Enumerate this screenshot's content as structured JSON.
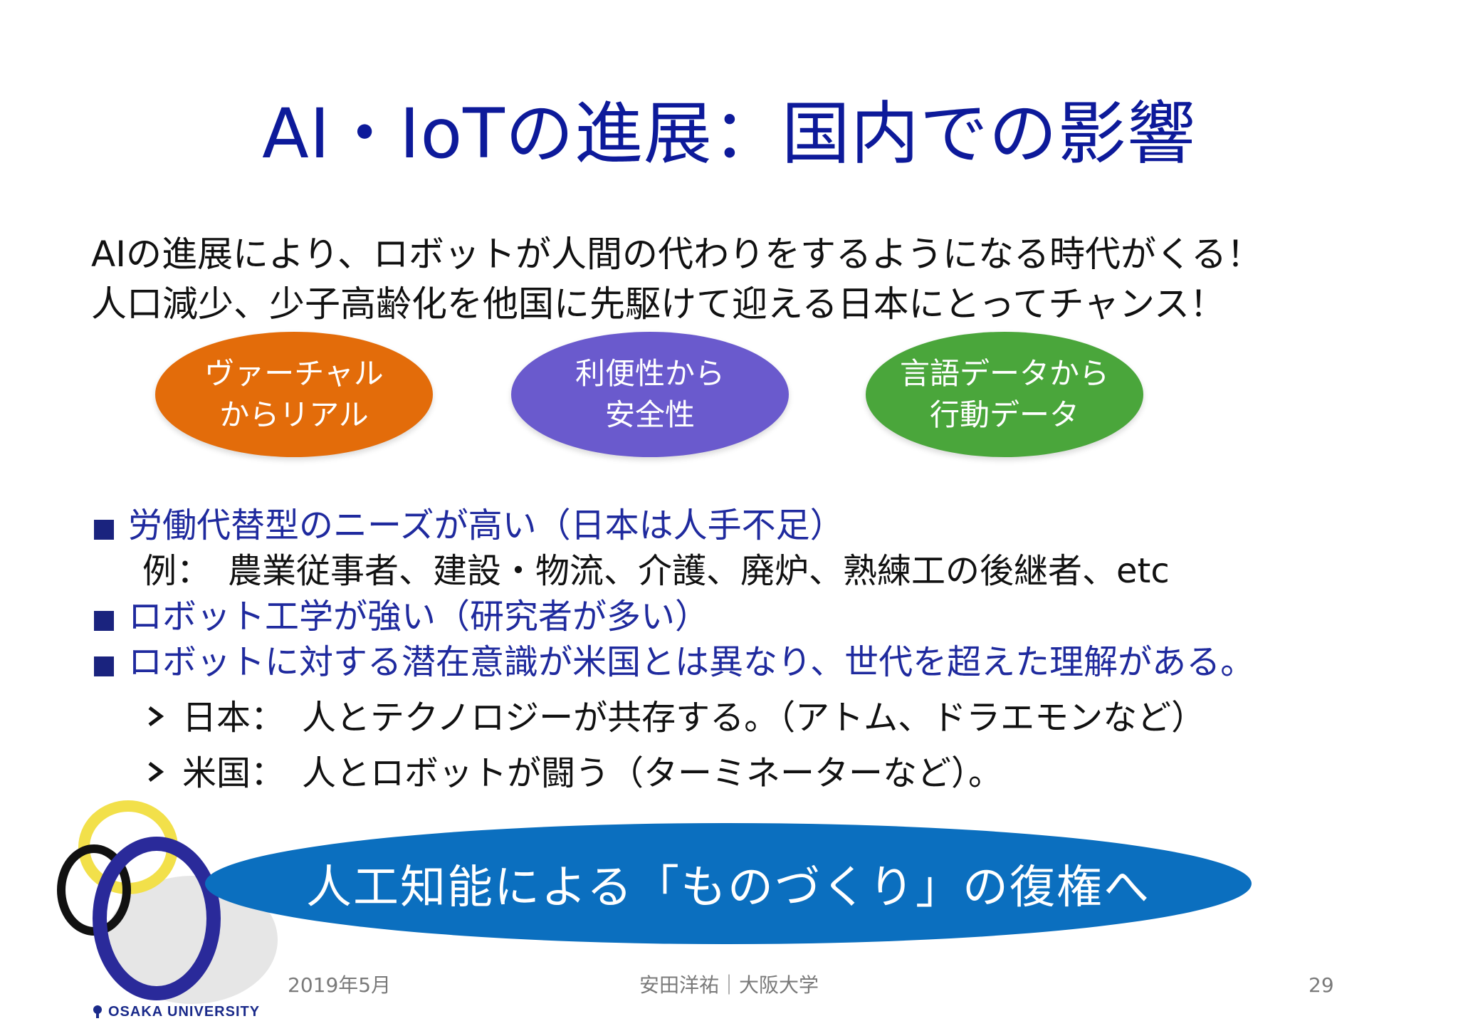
{
  "title": "AI・IoTの進展：国内での影響",
  "intro": [
    "AIの進展により、ロボットが人間の代わりをするようになる時代がくる！",
    "人口減少、少子高齢化を他国に先駆けて迎える日本にとってチャンス！"
  ],
  "ellipses": [
    {
      "line1": "ヴァーチャル",
      "line2": "からリアル",
      "color": "#e36c0a"
    },
    {
      "line1": "利便性から",
      "line2": "安全性",
      "color": "#6a5acd"
    },
    {
      "line1": "言語データから",
      "line2": "行動データ",
      "color": "#4aa63b"
    }
  ],
  "bullets": {
    "b1": "労働代替型のニーズが高い（日本は人手不足）",
    "b1_example": "例：　農業従事者、建設・物流、介護、廃炉、熟練工の後継者、etc",
    "b2": "ロボット工学が強い（研究者が多い）",
    "b3": "ロボットに対する潜在意識が米国とは異なり、世代を超えた理解がある。",
    "sub1": "日本：　人とテクノロジーが共存する。（アトム、ドラエモンなど）",
    "sub2": "米国：　人とロボットが闘う（ターミネーターなど）。"
  },
  "banner": "人工知能による「ものづくり」の復権へ",
  "logo_text": "OSAKA UNIVERSITY",
  "footer": {
    "date": "2019年5月",
    "author": "安田洋祐｜大阪大学",
    "page": "29"
  },
  "colors": {
    "title": "#0d1a9a",
    "bullet_text": "#1f2a9e",
    "banner": "#0b6fbf"
  }
}
